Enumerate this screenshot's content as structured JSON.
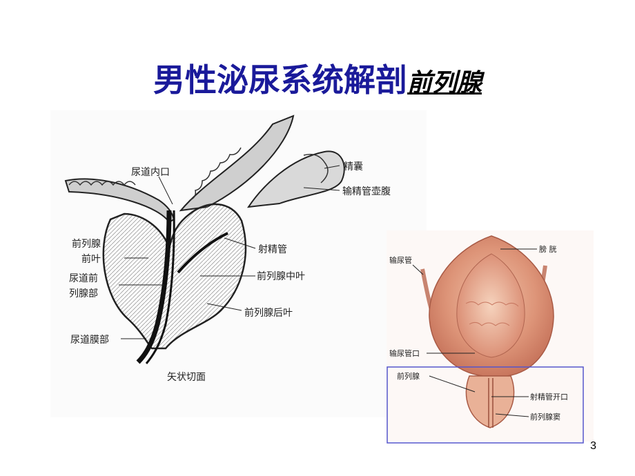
{
  "title": {
    "main": "男性泌尿系统解剖",
    "sub": "前列腺"
  },
  "left_figure": {
    "labels": [
      "尿道内口",
      "精囊",
      "输精管壶腹",
      "前列腺",
      "前叶",
      "射精管",
      "尿道前",
      "列腺部",
      "前列腺中叶",
      "前列腺后叶",
      "尿道膜部"
    ],
    "caption": "矢状切面"
  },
  "right_figure": {
    "labels": [
      "膀 胱",
      "输尿管",
      "输尿管口",
      "前列腺",
      "射精管开口",
      "前列腺窦"
    ],
    "highlight_color": "#5555cc"
  },
  "page_number": "3"
}
